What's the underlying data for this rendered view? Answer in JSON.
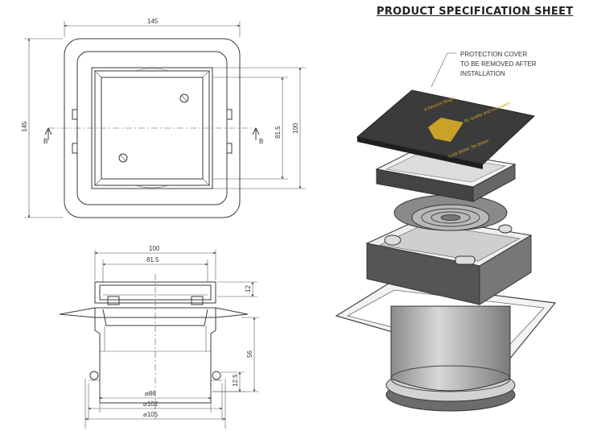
{
  "header": {
    "title": "PRODUCT SPECIFICATION SHEET"
  },
  "top_view": {
    "overall_width": "145",
    "overall_height": "145",
    "inner_height_1": "81.5",
    "inner_height_2": "100",
    "section_mark": "B"
  },
  "section_view": {
    "top_width": "100",
    "inner_width": "81.5",
    "height_top": "12",
    "height_body": "56",
    "height_bottom": "12.5",
    "dia_1": "⌀86",
    "dia_2": "⌀102",
    "dia_3": "⌀105"
  },
  "exploded_view": {
    "callout": [
      "PROTECTION COVER",
      "TO BE REMOVED AFTER",
      "INSTALLATION"
    ],
    "cover_text": [
      "A Neutron Bagel",
      "By quality and innovation",
      "Look Better, Be Better"
    ]
  },
  "colors": {
    "cover": "#3b3b3b",
    "logo": "#c9a227",
    "line": "#3a3a3a"
  }
}
